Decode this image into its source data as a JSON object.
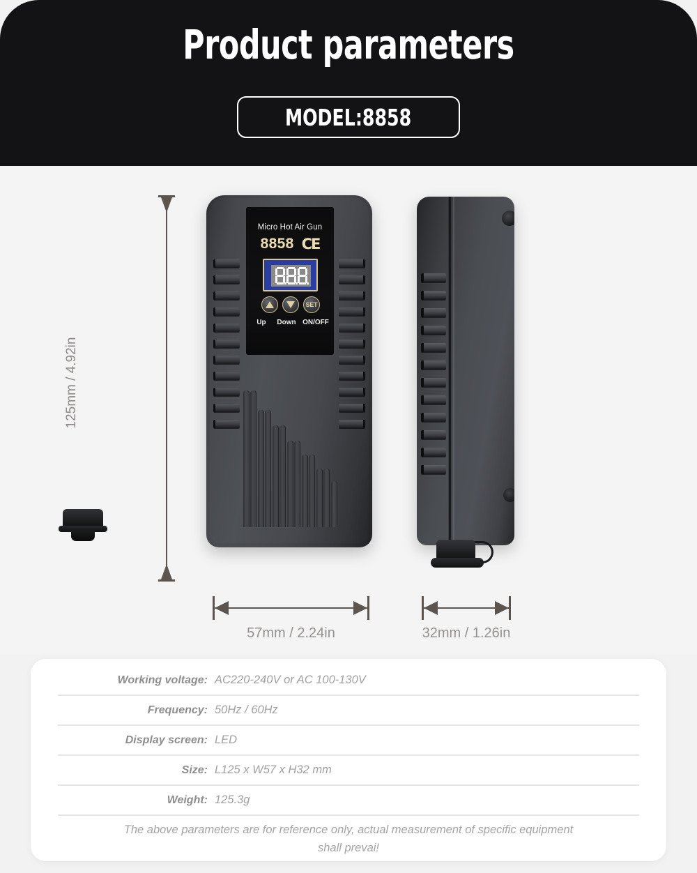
{
  "header": {
    "title": "Product parameters",
    "model_badge": "MODEL:8858"
  },
  "device_front": {
    "brand_text": "Micro Hot Air Gun",
    "model_number": "8858",
    "ce_mark": "CE",
    "display_value": "8.8.8.",
    "buttons": [
      {
        "icon": "triangle-up-icon",
        "label": "Up"
      },
      {
        "icon": "triangle-down-icon",
        "label": "Down"
      },
      {
        "icon": "set-text-icon",
        "text": "SET",
        "label": "ON/OFF"
      }
    ]
  },
  "dimensions": {
    "height": "125mm / 4.92in",
    "width_front": "57mm / 2.24in",
    "width_side": "32mm / 1.26in"
  },
  "specs": {
    "rows": [
      {
        "label": "Working voltage:",
        "value": "AC220-240V or AC 100-130V"
      },
      {
        "label": "Frequency:",
        "value": "50Hz / 60Hz"
      },
      {
        "label": "Display screen:",
        "value": "LED"
      },
      {
        "label": "Size:",
        "value": "L125 x W57 x H32 mm"
      },
      {
        "label": "Weight:",
        "value": "125.3g"
      }
    ],
    "note": "The above parameters are for reference only, actual measurement of specific equipment shall prevai!"
  },
  "colors": {
    "header_bg": "#131316",
    "page_bg": "#f2f2f2",
    "accent_gold": "#ecdcb1",
    "led_blue": "#2b3ea0",
    "dimension_line": "#5c544e",
    "spec_text": "#9a9a9a"
  }
}
